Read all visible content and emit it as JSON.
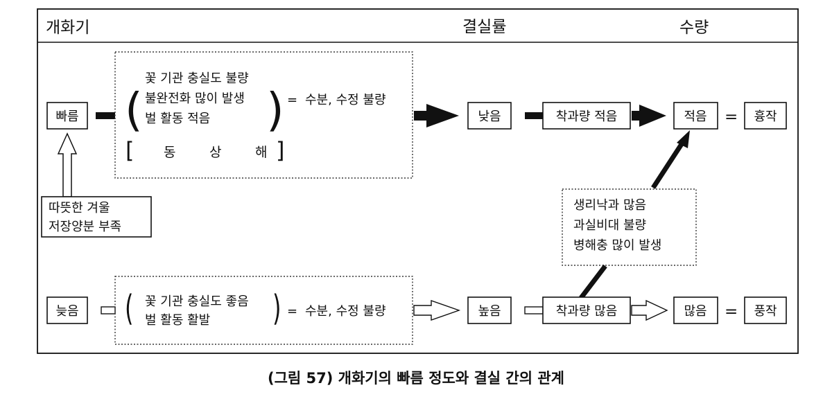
{
  "header": {
    "col_flowering": "개화기",
    "col_fruit_drop": "결실률",
    "col_yield": "수량"
  },
  "early": {
    "speed": "빠름",
    "causes": [
      "꽃 기관 충실도 불량",
      "불완전화 많이 발생",
      "벌 활동 적음"
    ],
    "frost": [
      "동",
      "상",
      "해"
    ],
    "eq": "=",
    "effect": "수분, 수정 불량",
    "set_rate": "낮음",
    "fruit_load": "착과량 적음",
    "yield": "적음",
    "result_eq": "=",
    "result": "흉작"
  },
  "warm_winter": [
    "따뜻한  겨울",
    "저장양분 부족"
  ],
  "middle_note": [
    "생리낙과 많음",
    "과실비대 불량",
    "병해충 많이 발생"
  ],
  "late": {
    "speed": "늦음",
    "causes": [
      "꽃 기관 충실도 좋음",
      "벌 활동 활발"
    ],
    "eq": "=",
    "effect": "수분, 수정 불량",
    "set_rate": "높음",
    "fruit_load": "착과량 많음",
    "yield": "많음",
    "result_eq": "=",
    "result": "풍작"
  },
  "caption": "(그림 57) 개화기의 빠름 정도와 결실 간의 관계"
}
